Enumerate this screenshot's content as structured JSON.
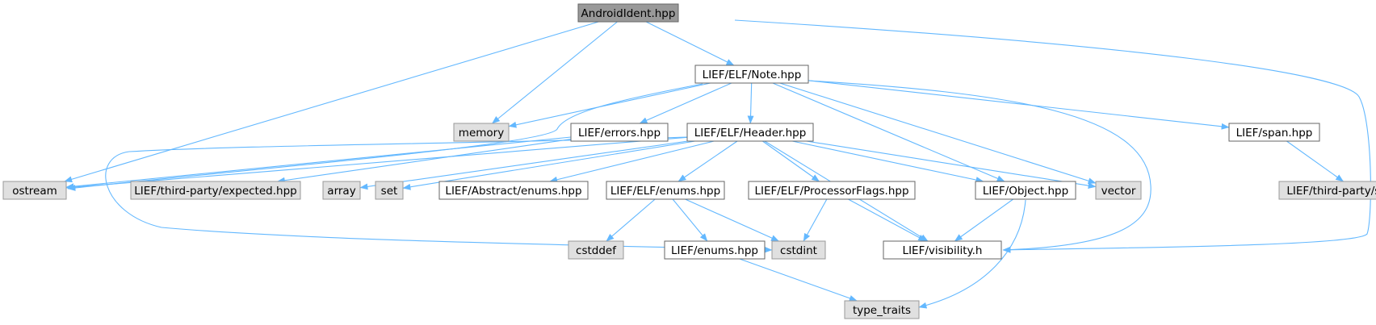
{
  "colors": {
    "edge": "#63b8ff",
    "root_fill": "#999999",
    "root_stroke": "#666666",
    "file_fill": "#ffffff",
    "file_stroke": "#666666",
    "system_fill": "#e0e0e0",
    "system_stroke": "#999999"
  },
  "nodes": [
    {
      "id": "androidident",
      "label": "AndroidIdent.hpp",
      "kind": "root"
    },
    {
      "id": "note",
      "label": "LIEF/ELF/Note.hpp",
      "kind": "file"
    },
    {
      "id": "memory",
      "label": "memory",
      "kind": "system"
    },
    {
      "id": "errors",
      "label": "LIEF/errors.hpp",
      "kind": "file"
    },
    {
      "id": "header",
      "label": "LIEF/ELF/Header.hpp",
      "kind": "file"
    },
    {
      "id": "span",
      "label": "LIEF/span.hpp",
      "kind": "file"
    },
    {
      "id": "ostream",
      "label": "ostream",
      "kind": "system"
    },
    {
      "id": "expected",
      "label": "LIEF/third-party/expected.hpp",
      "kind": "system"
    },
    {
      "id": "array",
      "label": "array",
      "kind": "system"
    },
    {
      "id": "set",
      "label": "set",
      "kind": "system"
    },
    {
      "id": "abstract_enums",
      "label": "LIEF/Abstract/enums.hpp",
      "kind": "file"
    },
    {
      "id": "elf_enums",
      "label": "LIEF/ELF/enums.hpp",
      "kind": "file"
    },
    {
      "id": "procflags",
      "label": "LIEF/ELF/ProcessorFlags.hpp",
      "kind": "file"
    },
    {
      "id": "object",
      "label": "LIEF/Object.hpp",
      "kind": "file"
    },
    {
      "id": "vector",
      "label": "vector",
      "kind": "system"
    },
    {
      "id": "tp_span",
      "label": "LIEF/third-party/span.hpp",
      "kind": "system"
    },
    {
      "id": "cstddef",
      "label": "cstddef",
      "kind": "system"
    },
    {
      "id": "lief_enums",
      "label": "LIEF/enums.hpp",
      "kind": "file"
    },
    {
      "id": "cstdint",
      "label": "cstdint",
      "kind": "system"
    },
    {
      "id": "visibility",
      "label": "LIEF/visibility.h",
      "kind": "file"
    },
    {
      "id": "type_traits",
      "label": "type_traits",
      "kind": "system"
    }
  ],
  "edges": [
    {
      "from": "androidident",
      "to": "note"
    },
    {
      "from": "androidident",
      "to": "memory"
    },
    {
      "from": "androidident",
      "to": "ostream"
    },
    {
      "from": "androidident",
      "to": "visibility"
    },
    {
      "from": "note",
      "to": "memory"
    },
    {
      "from": "note",
      "to": "errors"
    },
    {
      "from": "note",
      "to": "header"
    },
    {
      "from": "note",
      "to": "span"
    },
    {
      "from": "note",
      "to": "ostream"
    },
    {
      "from": "note",
      "to": "object"
    },
    {
      "from": "note",
      "to": "vector"
    },
    {
      "from": "note",
      "to": "visibility"
    },
    {
      "from": "errors",
      "to": "ostream"
    },
    {
      "from": "errors",
      "to": "expected"
    },
    {
      "from": "header",
      "to": "ostream"
    },
    {
      "from": "header",
      "to": "array"
    },
    {
      "from": "header",
      "to": "set"
    },
    {
      "from": "header",
      "to": "abstract_enums"
    },
    {
      "from": "header",
      "to": "elf_enums"
    },
    {
      "from": "header",
      "to": "procflags"
    },
    {
      "from": "header",
      "to": "object"
    },
    {
      "from": "header",
      "to": "vector"
    },
    {
      "from": "header",
      "to": "visibility"
    },
    {
      "from": "header",
      "to": "cstdint"
    },
    {
      "from": "span",
      "to": "tp_span"
    },
    {
      "from": "elf_enums",
      "to": "cstddef"
    },
    {
      "from": "elf_enums",
      "to": "lief_enums"
    },
    {
      "from": "elf_enums",
      "to": "cstdint"
    },
    {
      "from": "procflags",
      "to": "cstdint"
    },
    {
      "from": "procflags",
      "to": "visibility"
    },
    {
      "from": "object",
      "to": "visibility"
    },
    {
      "from": "object",
      "to": "type_traits"
    },
    {
      "from": "lief_enums",
      "to": "type_traits"
    }
  ]
}
